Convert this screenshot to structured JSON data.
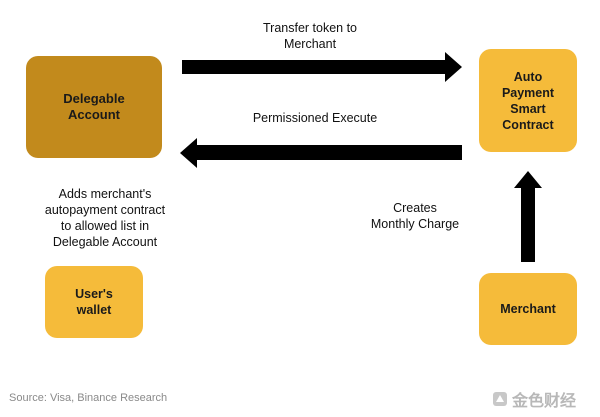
{
  "nodes": {
    "delegable_account": "Delegable\nAccount",
    "auto_payment_contract": "Auto\nPayment\nSmart\nContract",
    "users_wallet": "User's\nwallet",
    "merchant": "Merchant"
  },
  "edges": {
    "transfer_token": "Transfer token to\nMerchant",
    "permissioned_execute": "Permissioned Execute",
    "adds_merchant": "Adds merchant's\nautopayment contract\nto allowed list in\nDelegable Account",
    "creates_charge": "Creates\nMonthly Charge"
  },
  "footer": {
    "source": "Source: Visa, Binance Research",
    "watermark": "金色财经"
  },
  "colors": {
    "dark_gold": "#c28a1c",
    "gold": "#f5bb3a",
    "arrow": "#000000"
  }
}
